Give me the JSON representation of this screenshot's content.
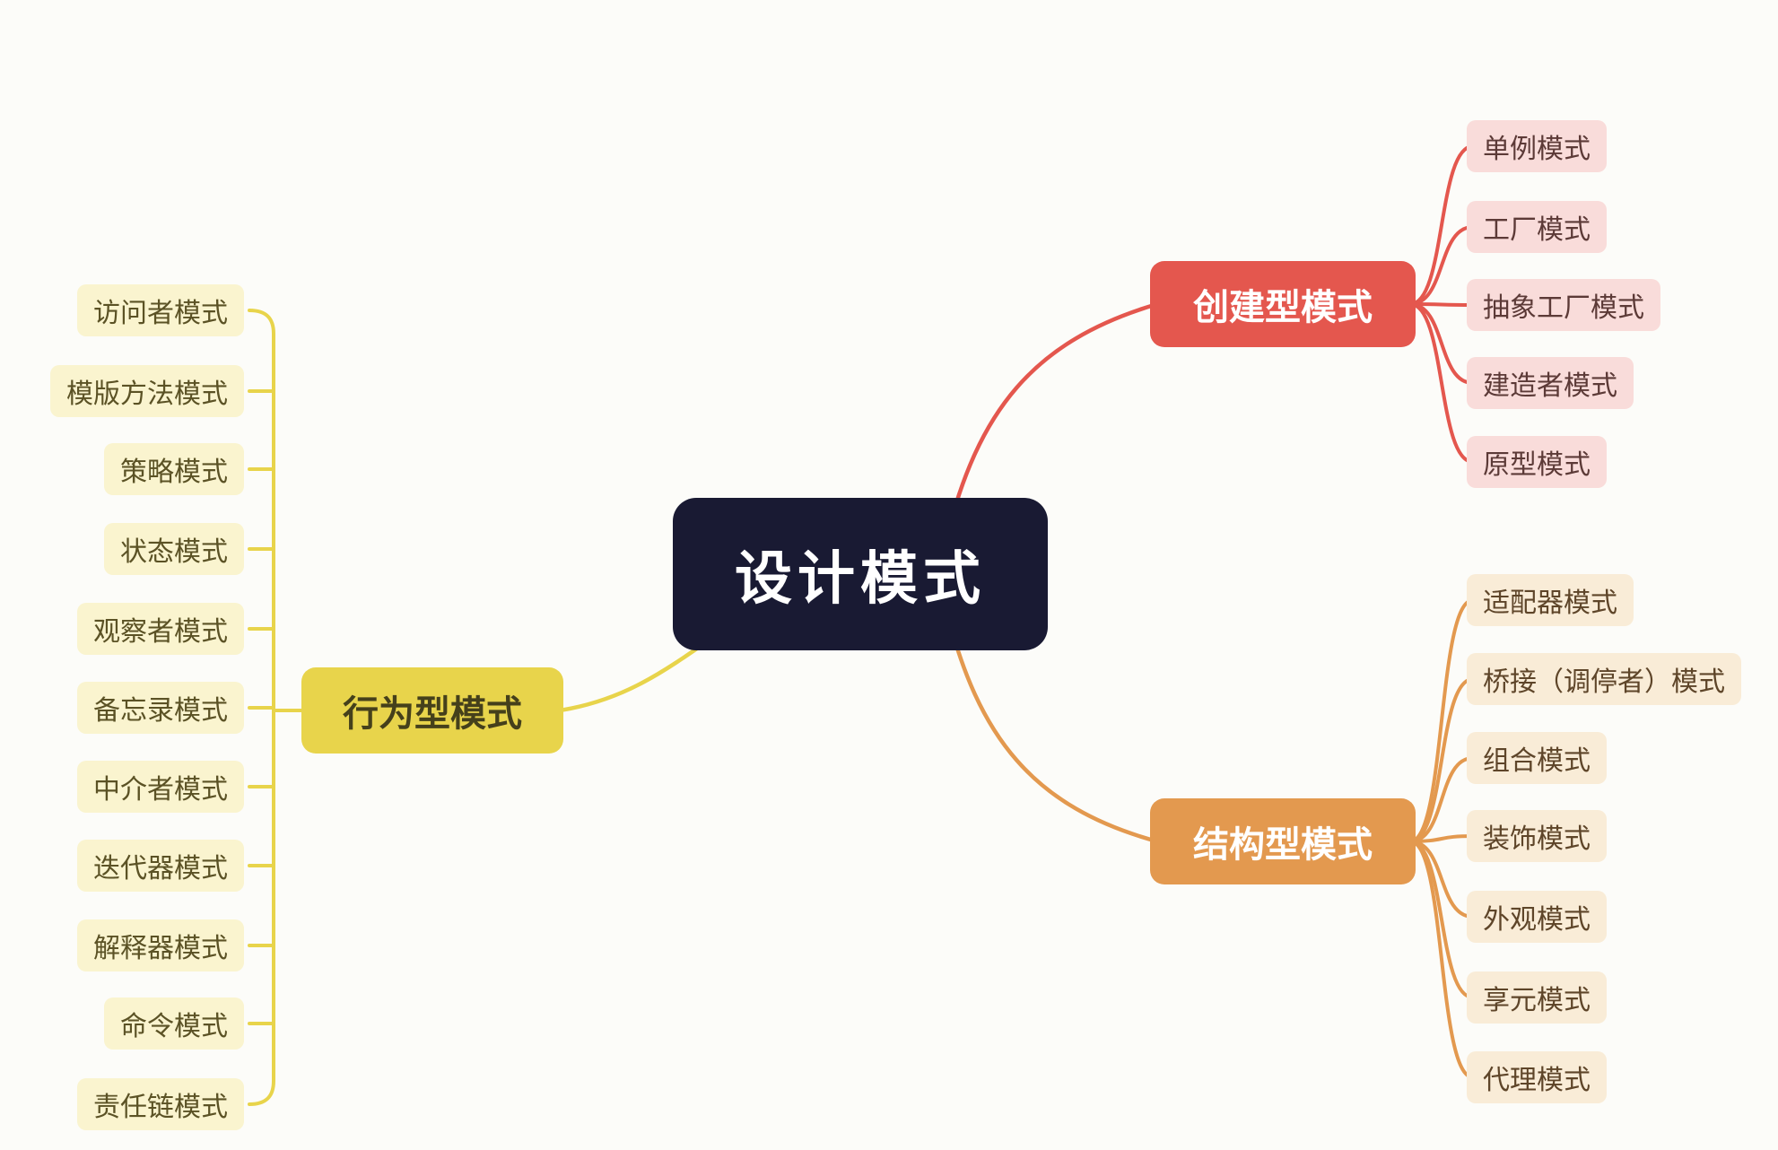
{
  "title": "设计模式",
  "colors": {
    "background": "#fcfcf9",
    "center_bg": "#191a33",
    "center_text": "#ffffff",
    "creational_accent": "#e4574e",
    "creational_child_bg": "#f9dcda",
    "structural_accent": "#e3994f",
    "structural_child_bg": "#f9ecd7",
    "behavioral_accent": "#e8d44b",
    "behavioral_child_bg": "#faf4cf"
  },
  "branches": {
    "creational": {
      "label": "创建型模式",
      "children": [
        "单例模式",
        "工厂模式",
        "抽象工厂模式",
        "建造者模式",
        "原型模式"
      ]
    },
    "structural": {
      "label": "结构型模式",
      "children": [
        "适配器模式",
        "桥接（调停者）模式",
        "组合模式",
        "装饰模式",
        "外观模式",
        "享元模式",
        "代理模式"
      ]
    },
    "behavioral": {
      "label": "行为型模式",
      "children": [
        "访问者模式",
        "模版方法模式",
        "策略模式",
        "状态模式",
        "观察者模式",
        "备忘录模式",
        "中介者模式",
        "迭代器模式",
        "解释器模式",
        "命令模式",
        "责任链模式"
      ]
    }
  }
}
